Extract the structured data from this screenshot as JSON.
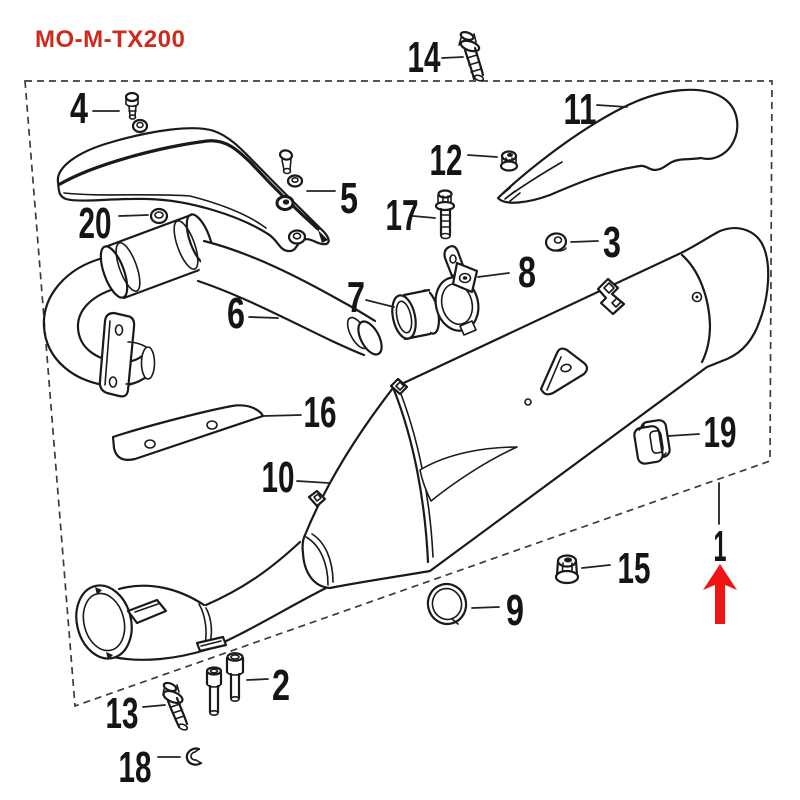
{
  "header": {
    "model_code": "MO-M-TX200"
  },
  "colors": {
    "accent_red": "#d0291e",
    "arrow_red": "#f01414",
    "line": "#1a1a1a",
    "background": "#ffffff"
  },
  "callouts": [
    {
      "label": "1"
    },
    {
      "label": "2"
    },
    {
      "label": "3"
    },
    {
      "label": "4"
    },
    {
      "label": "5"
    },
    {
      "label": "6"
    },
    {
      "label": "7"
    },
    {
      "label": "8"
    },
    {
      "label": "9"
    },
    {
      "label": "10"
    },
    {
      "label": "11"
    },
    {
      "label": "12"
    },
    {
      "label": "13"
    },
    {
      "label": "14"
    },
    {
      "label": "15"
    },
    {
      "label": "16"
    },
    {
      "label": "17"
    },
    {
      "label": "18"
    },
    {
      "label": "19"
    },
    {
      "label": "20"
    }
  ]
}
